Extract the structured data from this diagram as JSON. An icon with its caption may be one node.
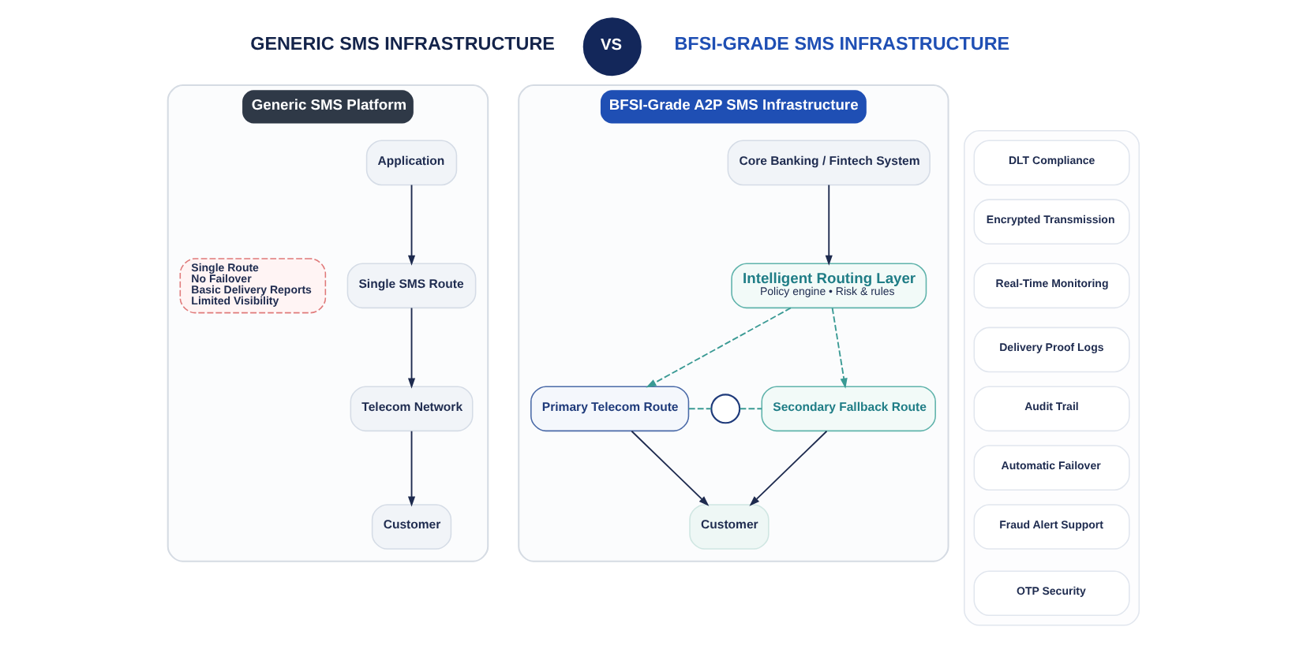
{
  "diagram": {
    "nodes": [
      {
        "text": [
          "VS"
        ]
      },
      {
        "text": [
          "Generic SMS Platform"
        ]
      },
      {
        "text": [
          "Application"
        ],
        "in": 1
      },
      {
        "text": [
          "Single SMS Route"
        ],
        "in": 1
      },
      {
        "text": [
          "Telecom Network"
        ],
        "in": 1
      },
      {
        "text": [
          "Customer"
        ],
        "in": 1
      },
      {
        "text": [
          "Single Route",
          "No Failover",
          "Basic Delivery Reports",
          "Limited Visibility"
        ],
        "in": 1
      },
      {
        "text": [
          "BFSI-Grade A2P SMS Infrastructure"
        ]
      },
      {
        "text": [
          "Core Banking / Fintech System"
        ],
        "in": 7
      },
      {
        "text": [
          "Intelligent Routing Layer",
          "Policy engine • Risk & rules"
        ],
        "in": 7
      },
      {
        "text": [
          "Primary Telecom Route"
        ],
        "in": 7
      },
      {
        "text": [],
        "shape": "circle",
        "in": 7
      },
      {
        "text": [
          "Secondary Fallback Route"
        ],
        "in": 7
      },
      {
        "text": [
          "Customer"
        ],
        "in": 7
      },
      {
        "text": [],
        "shape": "box"
      },
      {
        "text": [
          "DLT Compliance"
        ],
        "in": 14
      },
      {
        "text": [
          "Encrypted Transmission"
        ],
        "in": 14
      },
      {
        "text": [
          "Real-Time Monitoring"
        ],
        "in": 14
      },
      {
        "text": [
          "Delivery Proof Logs"
        ],
        "in": 14
      },
      {
        "text": [
          "Audit Trail"
        ],
        "in": 14
      },
      {
        "text": [
          "Automatic Failover"
        ],
        "in": 14
      },
      {
        "text": [
          "Fraud Alert Support"
        ],
        "in": 14
      },
      {
        "text": [
          "OTP Security"
        ],
        "in": 14
      }
    ],
    "edges": [
      {
        "from": 2,
        "to": 3,
        "arrow": "to"
      },
      {
        "from": 3,
        "to": 4,
        "arrow": "to"
      },
      {
        "from": 4,
        "to": 5,
        "arrow": "to"
      },
      {
        "from": 8,
        "to": 9,
        "arrow": "to"
      },
      {
        "from": 9,
        "to": 10,
        "arrow": "to",
        "style": "dashed",
        "color": "#3a9a94"
      },
      {
        "from": 9,
        "to": 12,
        "arrow": "to",
        "style": "dashed",
        "color": "#3a9a94"
      },
      {
        "from": 10,
        "to": 11,
        "arrow": "none",
        "style": "dashed",
        "color": "#3a9a94"
      },
      {
        "from": 11,
        "to": 12,
        "arrow": "none",
        "style": "dashed",
        "color": "#3a9a94"
      },
      {
        "from": 10,
        "to": 13,
        "arrow": "to"
      },
      {
        "from": 12,
        "to": 13,
        "arrow": "to"
      }
    ],
    "labels": [
      "GENERIC SMS INFRASTRUCTURE",
      "BFSI-GRADE SMS INFRASTRUCTURE"
    ]
  }
}
